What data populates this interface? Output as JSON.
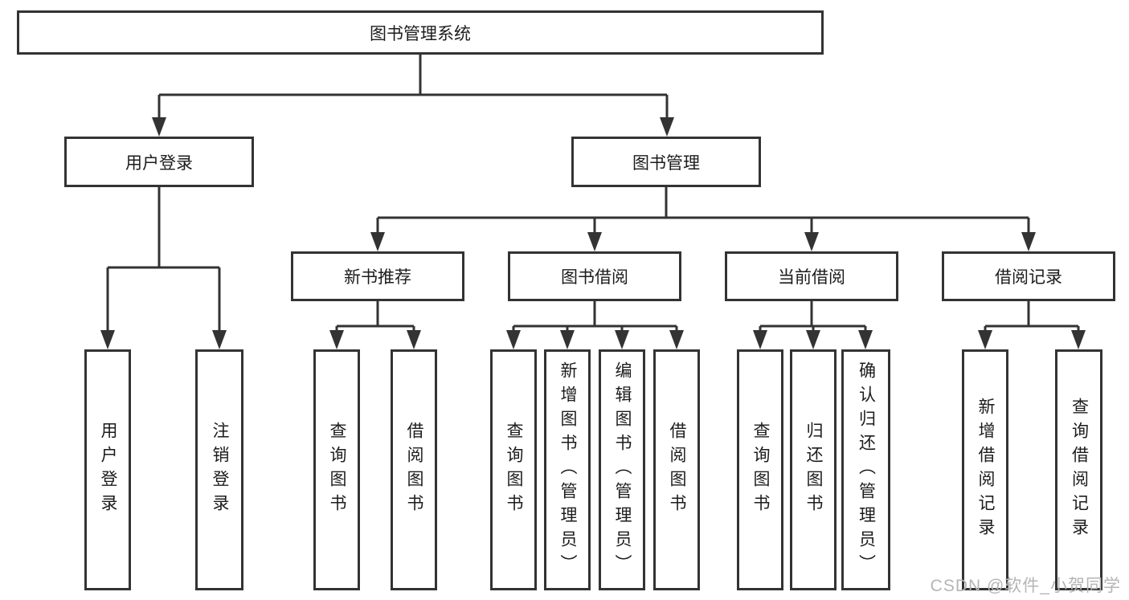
{
  "tree": {
    "label": "图书管理系统",
    "children": [
      {
        "label": "用户登录",
        "children": [
          {
            "label": "用户登录"
          },
          {
            "label": "注销登录"
          }
        ]
      },
      {
        "label": "图书管理",
        "children": [
          {
            "label": "新书推荐",
            "children": [
              {
                "label": "查询图书"
              },
              {
                "label": "借阅图书"
              }
            ]
          },
          {
            "label": "图书借阅",
            "children": [
              {
                "label": "查询图书"
              },
              {
                "label": "新增图书（管理员）"
              },
              {
                "label": "编辑图书（管理员）"
              },
              {
                "label": "借阅图书"
              }
            ]
          },
          {
            "label": "当前借阅",
            "children": [
              {
                "label": "查询图书"
              },
              {
                "label": "归还图书"
              },
              {
                "label": "确认归还（管理员）"
              }
            ]
          },
          {
            "label": "借阅记录",
            "children": [
              {
                "label": "新增借阅记录"
              },
              {
                "label": "查询借阅记录"
              }
            ]
          }
        ]
      }
    ]
  },
  "watermark": {
    "text": "CSDN @软件_小贺同学"
  },
  "colors": {
    "line": "#333333",
    "box_border": "#333333",
    "text": "#1c1c1c",
    "background": "#ffffff",
    "watermark_text": "#b5b5b5"
  }
}
